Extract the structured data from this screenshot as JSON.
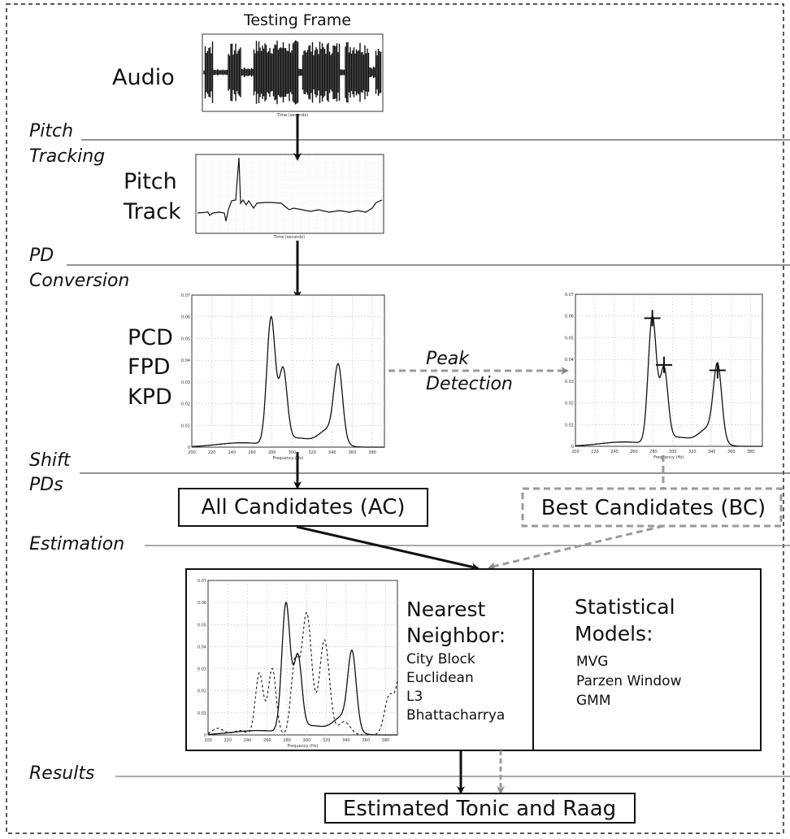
{
  "frame_title": "Testing Frame",
  "stages": {
    "audio": "Audio",
    "pitch_track": [
      "Pitch",
      "Track"
    ],
    "pd_types": [
      "PCD",
      "FPD",
      "KPD"
    ]
  },
  "processes": {
    "pitch_tracking": [
      "Pitch",
      "Tracking"
    ],
    "pd_conversion": [
      "PD",
      "Conversion"
    ],
    "peak_detection": [
      "Peak",
      "Detection"
    ],
    "shift_pds": [
      "Shift",
      "PDs"
    ],
    "estimation": "Estimation",
    "results": "Results"
  },
  "boxes": {
    "all_candidates": "All Candidates (AC)",
    "best_candidates": "Best Candidates (BC)",
    "output": "Estimated Tonic and Raag"
  },
  "nearest_neighbor": {
    "title": [
      "Nearest",
      "Neighbor:"
    ],
    "items": [
      "City Block",
      "Euclidean",
      "L3",
      "Bhattacharrya"
    ]
  },
  "statistical_models": {
    "title": [
      "Statistical",
      "Models:"
    ],
    "items": [
      "MVG",
      "Parzen Window",
      "GMM"
    ]
  },
  "pd_axis": {
    "xlabel": "Frequency (Hz)",
    "xticks": [
      "200",
      "220",
      "240",
      "260",
      "280",
      "300",
      "320",
      "340",
      "360",
      "380"
    ],
    "yticks": [
      "0",
      "0.01",
      "0.02",
      "0.03",
      "0.04",
      "0.05",
      "0.06",
      "0.07"
    ]
  },
  "colors": {
    "line": "#111111",
    "dashed_gray": "#9a9a9a",
    "process_line": "#555555"
  }
}
